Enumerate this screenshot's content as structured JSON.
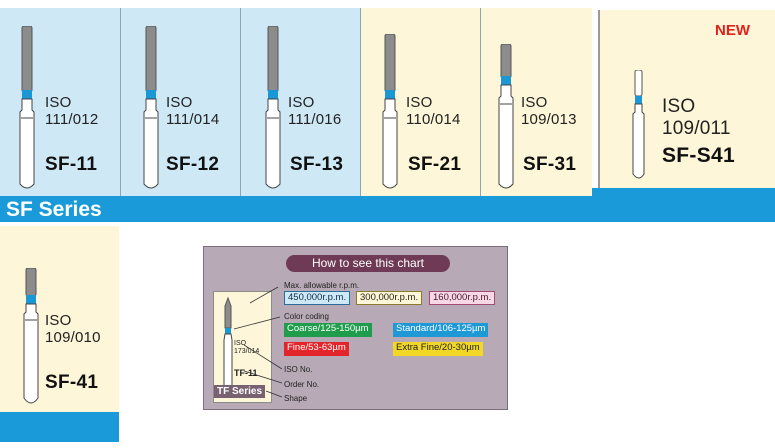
{
  "series_label": "SF Series",
  "new_badge": "NEW",
  "burs": [
    {
      "iso_a": "ISO",
      "iso_b": "111/012",
      "code": "SF-11",
      "band": "#1a98d5"
    },
    {
      "iso_a": "ISO",
      "iso_b": "111/014",
      "code": "SF-12",
      "band": "#1a98d5"
    },
    {
      "iso_a": "ISO",
      "iso_b": "111/016",
      "code": "SF-13",
      "band": "#1a98d5"
    },
    {
      "iso_a": "ISO",
      "iso_b": "110/014",
      "code": "SF-21",
      "band": "#1a98d5"
    },
    {
      "iso_a": "ISO",
      "iso_b": "109/013",
      "code": "SF-31",
      "band": "#1a98d5"
    },
    {
      "iso_a": "ISO",
      "iso_b": "109/011",
      "code": "SF-S41",
      "band": "#1a98d5"
    },
    {
      "iso_a": "ISO",
      "iso_b": "109/010",
      "code": "SF-41",
      "band": "#1a98d5"
    }
  ],
  "legend": {
    "title": "How to see this chart",
    "max_rpm_label": "Max. allowable r.p.m.",
    "rpm": [
      "450,000r.p.m.",
      "300,000r.p.m.",
      "160,000r.p.m."
    ],
    "color_coding_label": "Color coding",
    "grits": [
      "Coarse/125-150µm",
      "Standard/106-125µm",
      "Fine/53-63µm",
      "Extra Fine/20-30µm"
    ],
    "sample_iso_a": "ISO",
    "sample_iso_b": "173/014",
    "sample_code": "TF-11",
    "sample_series": "TF Series",
    "iso_no_label": "ISO No.",
    "order_no_label": "Order No.",
    "shape_label": "Shape"
  }
}
